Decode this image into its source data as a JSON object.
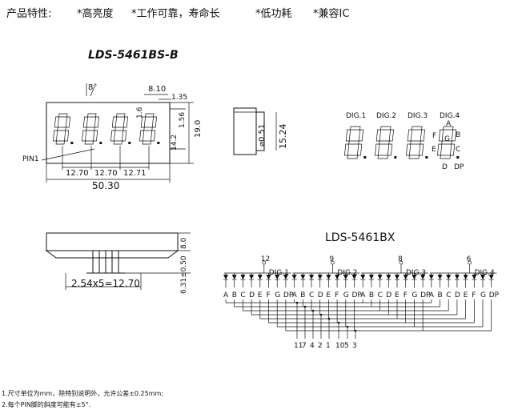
{
  "header": {
    "features_label": "产品特性:",
    "features": [
      "*高亮度",
      "*工作可靠，寿命长",
      "*低功耗",
      "*兼容IC"
    ]
  },
  "part_number": "LDS-5461BS-B",
  "front_view": {
    "angle": "8°",
    "dim_segment_h": "8.10",
    "dim_seg_w": "1.35",
    "dim_digit": "14.2",
    "dim_inner": "1.56",
    "dim_height": "19.0",
    "dim_pitch": [
      "12.70",
      "12.70",
      "12.71"
    ],
    "dim_width": "50.30",
    "pin1_label": "PIN1"
  },
  "side_view": {
    "dim_pin": "0.51",
    "dim_depth": "15.24"
  },
  "digits_view": {
    "labels": [
      "DIG.1",
      "DIG.2",
      "DIG.3",
      "DIG.4"
    ],
    "segments": {
      "a": "A",
      "b": "B",
      "c": "C",
      "d": "D",
      "e": "E",
      "f": "F",
      "g": "G",
      "dp": "DP"
    }
  },
  "bottom_view": {
    "dim_thickness": "8.0",
    "dim_pins": "6.31±0.50",
    "dim_pin_spacing": "2.54x5=12.70"
  },
  "schematic": {
    "title": "LDS-5461BX",
    "common_pins": [
      "12",
      "9",
      "8",
      "6"
    ],
    "digit_labels": [
      "DIG.1",
      "DIG.2",
      "DIG.3",
      "DIG.4"
    ],
    "segment_letters": [
      "A",
      "B",
      "C",
      "D",
      "E",
      "F",
      "G",
      "DP"
    ],
    "bottom_pins": [
      "11",
      "7",
      "4",
      "2",
      "1",
      "10",
      "5",
      "3"
    ]
  },
  "notes": [
    "1.尺寸单位为mm，除特别说明外，允许公差±0.25mm;",
    "2.每个PIN脚的斜度可能有±5°."
  ]
}
